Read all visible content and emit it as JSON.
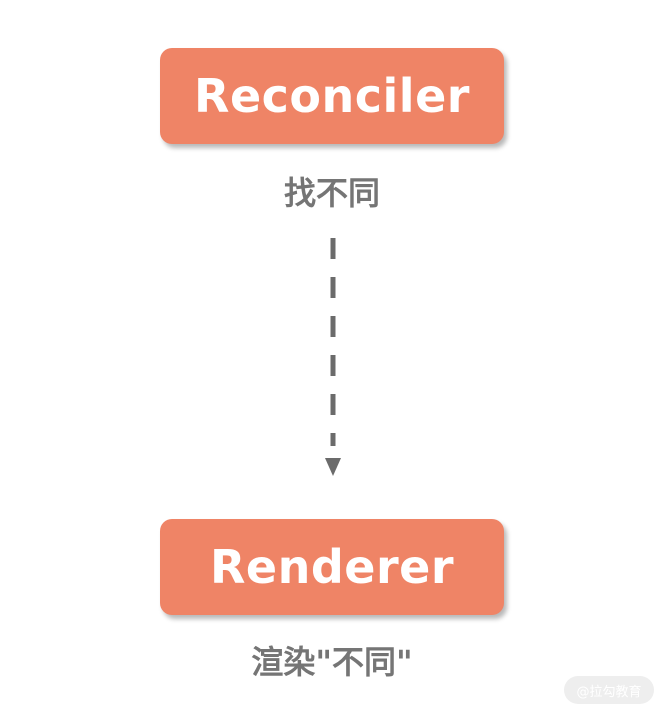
{
  "diagram": {
    "top_node": {
      "label": "Reconciler",
      "caption": "找不同"
    },
    "bottom_node": {
      "label": "Renderer",
      "caption": "渲染\"不同\""
    },
    "watermark": "@拉勾教育",
    "colors": {
      "node_fill": "#ef8466",
      "node_text": "#ffffff",
      "caption_text": "#757575",
      "arrow": "#6b6b6b"
    }
  }
}
